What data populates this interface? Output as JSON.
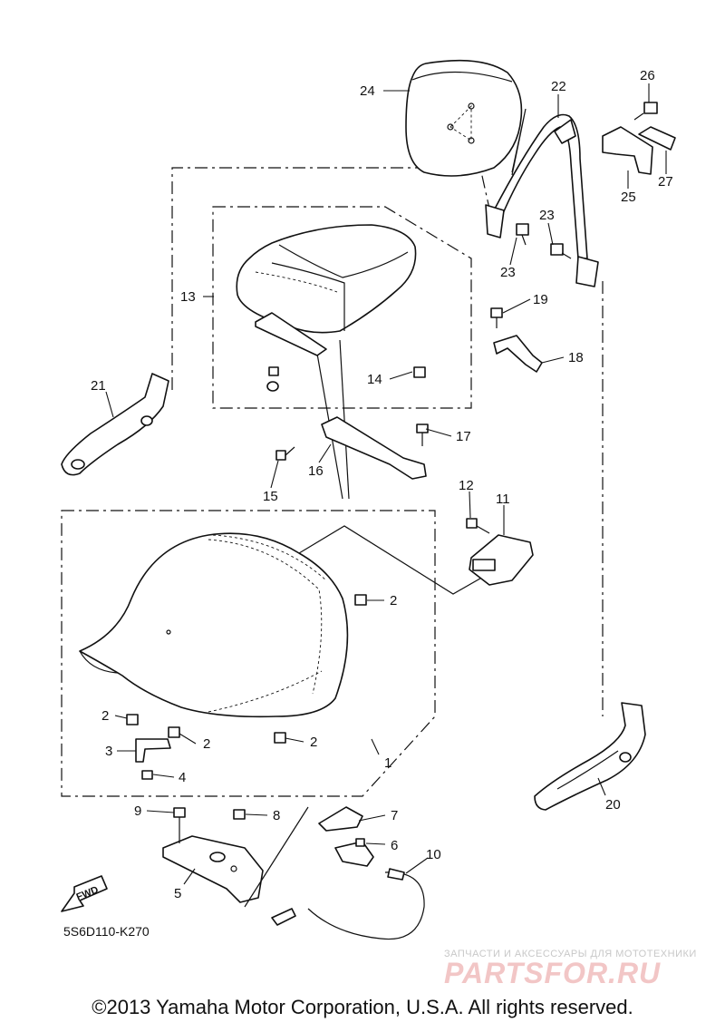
{
  "diagram": {
    "callouts": {
      "c1": "1",
      "c2a": "2",
      "c2b": "2",
      "c2c": "2",
      "c2d": "2",
      "c3": "3",
      "c4": "4",
      "c5": "5",
      "c6": "6",
      "c7": "7",
      "c8": "8",
      "c9": "9",
      "c10": "10",
      "c11": "11",
      "c12": "12",
      "c13": "13",
      "c14": "14",
      "c15": "15",
      "c16": "16",
      "c17": "17",
      "c18": "18",
      "c19": "19",
      "c20": "20",
      "c21": "21",
      "c22": "22",
      "c23a": "23",
      "c23b": "23",
      "c24": "24",
      "c25": "25",
      "c26": "26",
      "c27": "27"
    },
    "fwd_label": "FWD",
    "drawing_code": "5S6D110-K270"
  },
  "watermark": {
    "tagline": "ЗАПЧАСТИ И АКСЕССУАРЫ ДЛЯ МОТОТЕХНИКИ",
    "brand": "PARTSFOR.RU"
  },
  "copyright": "©2013 Yamaha Motor Corporation, U.S.A. All rights reserved."
}
